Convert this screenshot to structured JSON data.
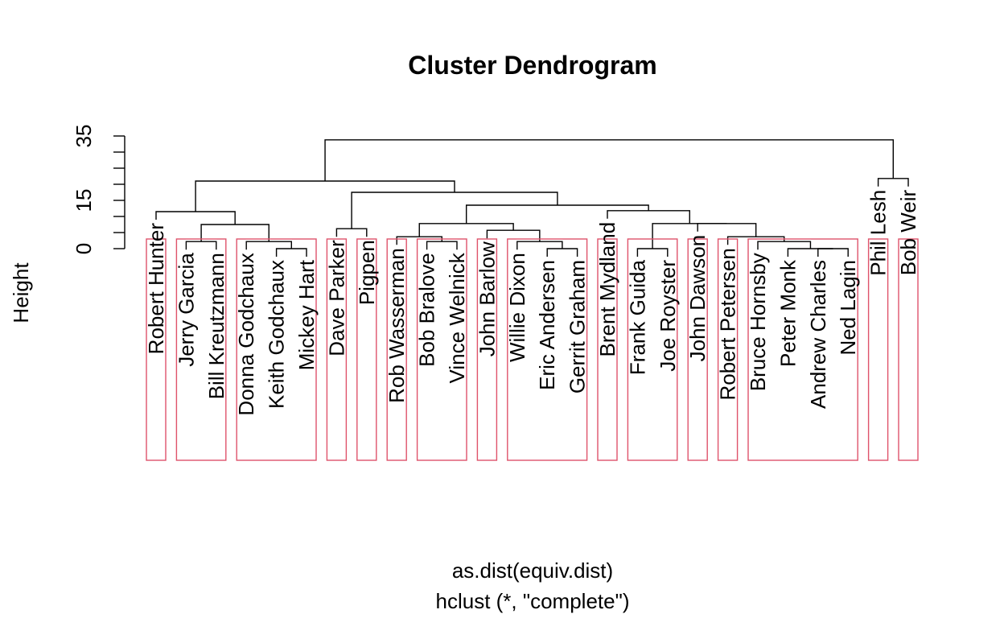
{
  "chart_data": {
    "type": "dendrogram",
    "title": "Cluster Dendrogram",
    "ylabel": "Height",
    "xlabel": "as.dist(equiv.dist)",
    "sublabel": "hclust (*, \"complete\")",
    "ylim": [
      0,
      35
    ],
    "yticks": [
      0,
      5,
      10,
      15,
      20,
      25,
      30,
      35
    ],
    "ytick_labels": [
      "0",
      "",
      "",
      "15",
      "",
      "",
      "",
      "35"
    ],
    "leaves": [
      "Robert Hunter",
      "Jerry Garcia",
      "Bill Kreutzmann",
      "Donna Godchaux",
      "Keith Godchaux",
      "Mickey Hart",
      "Dave Parker",
      "Pigpen",
      "Rob Wasserman",
      "Bob Bralove",
      "Vince Welnick",
      "John Barlow",
      "Willie Dixon",
      "Eric Andersen",
      "Gerrit Graham",
      "Brent Mydland",
      "Frank Guida",
      "Joe Royster",
      "John Dawson",
      "Robert Petersen",
      "Bruce Hornsby",
      "Peter Monk",
      "Andrew Charles",
      "Ned Lagin",
      "Phil Lesh",
      "Bob Weir"
    ],
    "merges": [
      {
        "id": "m1",
        "left": "L:Jerry Garcia",
        "right": "L:Bill Kreutzmann",
        "height": 2.2
      },
      {
        "id": "m2",
        "left": "L:Keith Godchaux",
        "right": "L:Mickey Hart",
        "height": 0.0
      },
      {
        "id": "m3",
        "left": "L:Donna Godchaux",
        "right": "m2",
        "height": 2.2
      },
      {
        "id": "m4",
        "left": "m1",
        "right": "m3",
        "height": 7.5
      },
      {
        "id": "m5",
        "left": "L:Robert Hunter",
        "right": "m4",
        "height": 11.5
      },
      {
        "id": "m6",
        "left": "L:Dave Parker",
        "right": "L:Pigpen",
        "height": 6.2
      },
      {
        "id": "m7",
        "left": "L:Bob Bralove",
        "right": "L:Vince Welnick",
        "height": 2.2
      },
      {
        "id": "m8",
        "left": "L:Rob Wasserman",
        "right": "m7",
        "height": 3.7
      },
      {
        "id": "m9",
        "left": "L:Gerrit Graham",
        "right": "L:Eric Andersen",
        "height": 0.0
      },
      {
        "id": "m10",
        "left": "L:Willie Dixon",
        "right": "m9",
        "height": 2.2
      },
      {
        "id": "m11",
        "left": "L:John Barlow",
        "right": "m10",
        "height": 5.7
      },
      {
        "id": "m12",
        "left": "m8",
        "right": "m11",
        "height": 7.8
      },
      {
        "id": "m13",
        "left": "L:Frank Guida",
        "right": "L:Joe Royster",
        "height": 0.0
      },
      {
        "id": "m14",
        "left": "L:Andrew Charles",
        "right": "L:Ned Lagin",
        "height": 0.0
      },
      {
        "id": "m15",
        "left": "L:Peter Monk",
        "right": "m14",
        "height": 0.0
      },
      {
        "id": "m16",
        "left": "L:Bruce Hornsby",
        "right": "m15",
        "height": 2.2
      },
      {
        "id": "m17",
        "left": "L:Robert Petersen",
        "right": "m16",
        "height": 3.7
      },
      {
        "id": "m18",
        "left": "L:John Dawson",
        "right": "m17",
        "height": 7.8
      },
      {
        "id": "m19",
        "left": "m13",
        "right": "m18",
        "height": 7.8
      },
      {
        "id": "m20",
        "left": "L:Brent Mydland",
        "right": "m19",
        "height": 11.8
      },
      {
        "id": "m21",
        "left": "m12",
        "right": "m20",
        "height": 13.5
      },
      {
        "id": "m22",
        "left": "m6",
        "right": "m21",
        "height": 17.5
      },
      {
        "id": "m23",
        "left": "m5",
        "right": "m22",
        "height": 21.0
      },
      {
        "id": "m24",
        "left": "L:Phil Lesh",
        "right": "L:Bob Weir",
        "height": 21.8
      },
      {
        "id": "m25",
        "left": "m23",
        "right": "m24",
        "height": 33.8
      }
    ],
    "cluster_boxes": [
      [
        "Robert Hunter"
      ],
      [
        "Jerry Garcia",
        "Bill Kreutzmann"
      ],
      [
        "Donna Godchaux",
        "Keith Godchaux",
        "Mickey Hart"
      ],
      [
        "Dave Parker"
      ],
      [
        "Pigpen"
      ],
      [
        "Rob Wasserman"
      ],
      [
        "Bob Bralove",
        "Vince Welnick"
      ],
      [
        "John Barlow"
      ],
      [
        "Willie Dixon",
        "Eric Andersen",
        "Gerrit Graham"
      ],
      [
        "Brent Mydland"
      ],
      [
        "Frank Guida",
        "Joe Royster"
      ],
      [
        "John Dawson"
      ],
      [
        "Robert Petersen"
      ],
      [
        "Bruce Hornsby",
        "Peter Monk",
        "Andrew Charles",
        "Ned Lagin"
      ],
      [
        "Phil Lesh"
      ],
      [
        "Bob Weir"
      ]
    ],
    "box_color": "#DF536B",
    "line_color": "#000000"
  }
}
